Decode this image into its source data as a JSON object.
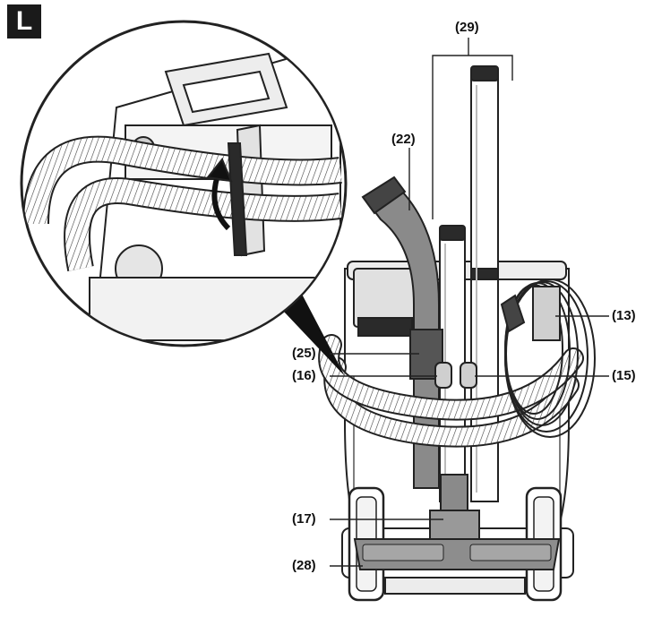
{
  "figure_letter": "L",
  "callouts": {
    "c29": "(29)",
    "c22": "(22)",
    "c13": "(13)",
    "c25": "(25)",
    "c16": "(16)",
    "c15": "(15)",
    "c17": "(17)",
    "c28": "(28)"
  }
}
